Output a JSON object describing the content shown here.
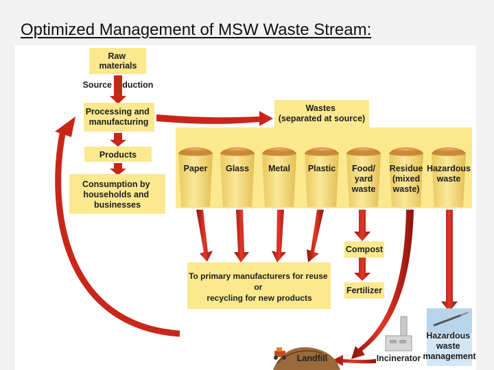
{
  "title": "Optimized Management of MSW Waste Stream:",
  "colors": {
    "box_fill": "#fbe88f",
    "bin_fill": "#f6dc78",
    "waste_fill": "#d98a3a",
    "arrow_red": "#d42a1e",
    "arrow_dark": "#8f130b"
  },
  "flow": {
    "raw_materials": [
      "Raw",
      "materials"
    ],
    "source_reduction": "Source reduction",
    "processing": [
      "Processing and",
      "manufacturing"
    ],
    "products": "Products",
    "consumption": [
      "Consumption by",
      "households and",
      "businesses"
    ],
    "wastes": [
      "Wastes",
      "(separated at source)"
    ]
  },
  "bins": [
    {
      "label": [
        "Paper"
      ]
    },
    {
      "label": [
        "Glass"
      ]
    },
    {
      "label": [
        "Metal"
      ]
    },
    {
      "label": [
        "Plastic"
      ]
    },
    {
      "label": [
        "Food/",
        "yard",
        "waste"
      ]
    },
    {
      "label": [
        "Residue",
        "(mixed",
        "waste)"
      ]
    },
    {
      "label": [
        "Hazardous",
        "waste"
      ]
    }
  ],
  "outputs": {
    "compost": "Compost",
    "fertilizer": "Fertilizer",
    "reuse": [
      "To primary manufacturers for reuse",
      "or",
      "recycling for new products"
    ],
    "landfill": "Landfill",
    "incinerator": "Incinerator",
    "hazardous_mgmt": [
      "Hazardous",
      "waste",
      "management"
    ]
  }
}
